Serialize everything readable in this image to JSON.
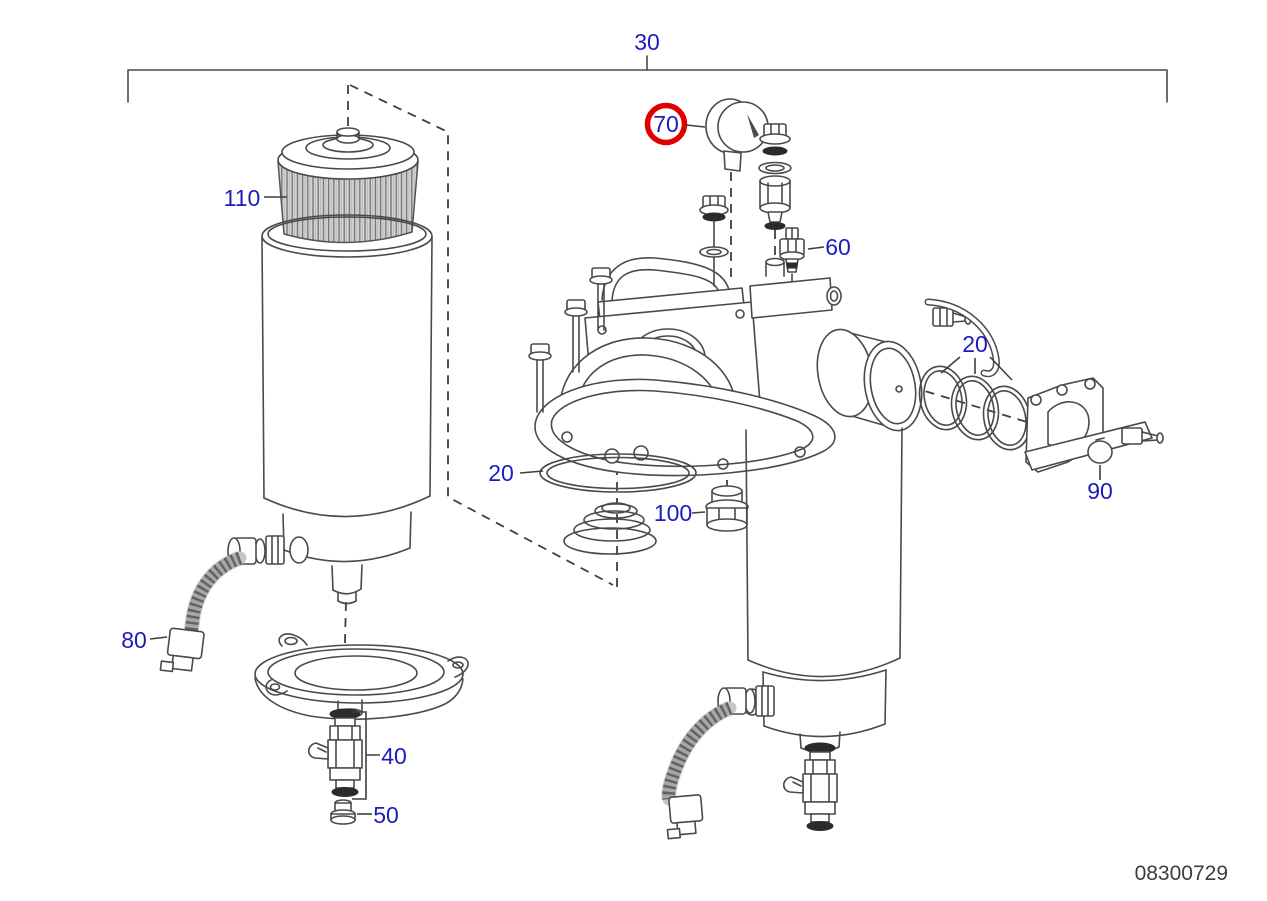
{
  "figure": {
    "drawing_number": "08300729",
    "colors": {
      "callout_blue": "#1c1cbe",
      "highlight_red": "#e10000",
      "line_gray": "#4a4a4a",
      "background": "#ffffff"
    },
    "callouts": {
      "group_bracket": "30",
      "filter_element": "110",
      "pressure_gauge": "70",
      "sensor": "60",
      "head_oring": "20",
      "outlet_orings": "20",
      "harness_connector": "80",
      "drain_valve": "40",
      "drain_plug": "50",
      "bowl_plug": "100",
      "check_valve": "90"
    },
    "highlighted_callout": "70"
  }
}
